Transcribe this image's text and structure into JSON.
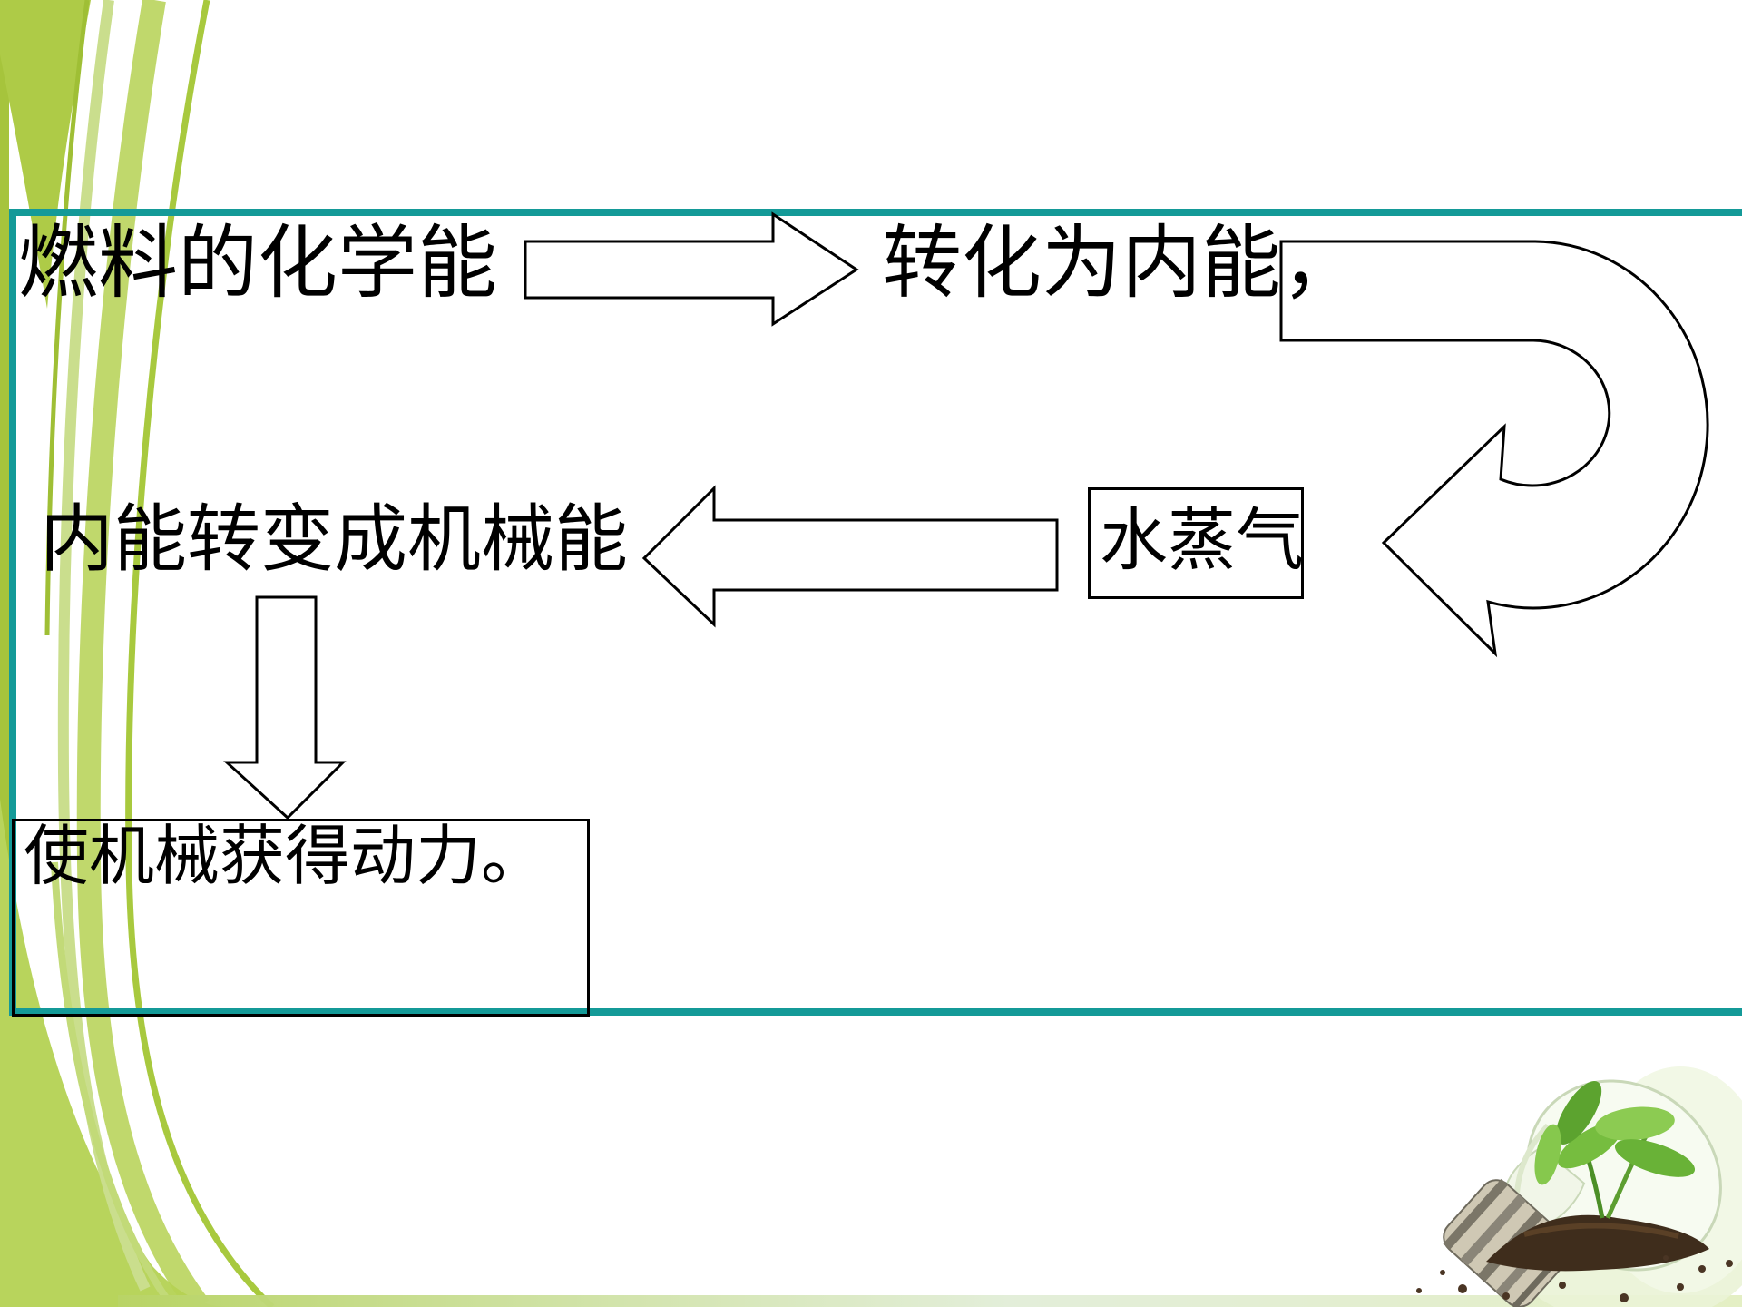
{
  "slide": {
    "type": "presentation-slide",
    "accent_color": "#149a98",
    "decor_green": "#aecb47",
    "diagram": {
      "row1": {
        "left_text": "燃料的化学能",
        "right_text": "转化为内能，",
        "connector": "right-arrow"
      },
      "turn_connector": "u-turn-arrow",
      "steam_box": {
        "text": "水蒸气"
      },
      "row2": {
        "text": "内能转变成机械能",
        "connector": "left-arrow"
      },
      "down_connector": "down-arrow",
      "result_box": {
        "text": "使机械获得动力。"
      }
    },
    "decorations": {
      "left_swoosh": "green-swoosh-decoration",
      "bottom_bar": "bottom-green-bar",
      "image": "lightbulb-seedling-image"
    }
  }
}
